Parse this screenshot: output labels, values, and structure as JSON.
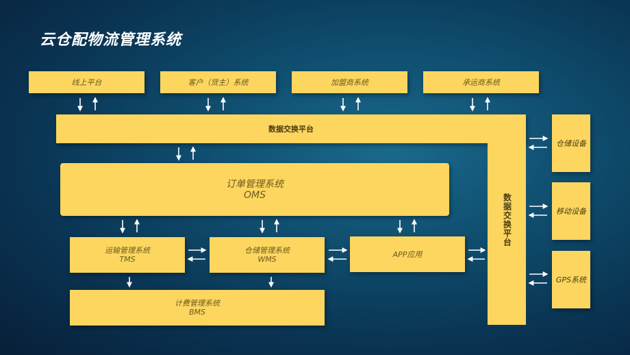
{
  "title": "云仓配物流管理系统",
  "top_systems": [
    "线上平台",
    "客户（货主）系统",
    "加盟商系统",
    "承运商系统"
  ],
  "exchange_h": "数据交换平台",
  "exchange_v": "数据交换平台",
  "oms": {
    "name": "订单管理系统",
    "code": "OMS"
  },
  "tms": {
    "name": "运输管理系统",
    "code": "TMS"
  },
  "wms": {
    "name": "仓储管理系统",
    "code": "WMS"
  },
  "app": {
    "name": "APP应用"
  },
  "bms": {
    "name": "计费管理系统",
    "code": "BMS"
  },
  "devices": [
    "仓储设备",
    "移动设备",
    "GPS系统"
  ],
  "colors": {
    "box": "#fcd65f",
    "arrow": "#ffffff",
    "background": "#0f4d6e"
  }
}
